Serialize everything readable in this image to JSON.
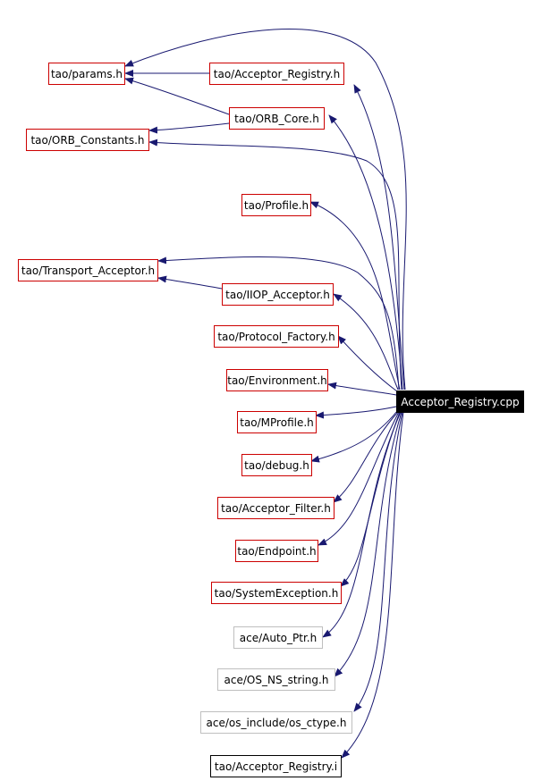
{
  "diagram": {
    "root": {
      "label": "Acceptor_Registry.cpp"
    },
    "nodes": [
      {
        "id": "params",
        "label": "tao/params.h",
        "style": "red"
      },
      {
        "id": "acceptor_registry_h",
        "label": "tao/Acceptor_Registry.h",
        "style": "red"
      },
      {
        "id": "orb_core",
        "label": "tao/ORB_Core.h",
        "style": "red"
      },
      {
        "id": "orb_constants",
        "label": "tao/ORB_Constants.h",
        "style": "red"
      },
      {
        "id": "profile",
        "label": "tao/Profile.h",
        "style": "red"
      },
      {
        "id": "transport_acceptor",
        "label": "tao/Transport_Acceptor.h",
        "style": "red"
      },
      {
        "id": "iiop_acceptor",
        "label": "tao/IIOP_Acceptor.h",
        "style": "red"
      },
      {
        "id": "protocol_factory",
        "label": "tao/Protocol_Factory.h",
        "style": "red"
      },
      {
        "id": "environment",
        "label": "tao/Environment.h",
        "style": "red"
      },
      {
        "id": "mprofile",
        "label": "tao/MProfile.h",
        "style": "red"
      },
      {
        "id": "debug",
        "label": "tao/debug.h",
        "style": "red"
      },
      {
        "id": "acceptor_filter",
        "label": "tao/Acceptor_Filter.h",
        "style": "red"
      },
      {
        "id": "endpoint",
        "label": "tao/Endpoint.h",
        "style": "red"
      },
      {
        "id": "system_exception",
        "label": "tao/SystemException.h",
        "style": "red"
      },
      {
        "id": "auto_ptr",
        "label": "ace/Auto_Ptr.h",
        "style": "gray"
      },
      {
        "id": "os_ns_string",
        "label": "ace/OS_NS_string.h",
        "style": "gray"
      },
      {
        "id": "os_ctype",
        "label": "ace/os_include/os_ctype.h",
        "style": "gray"
      },
      {
        "id": "acceptor_registry_i",
        "label": "tao/Acceptor_Registry.i",
        "style": "black"
      }
    ],
    "colors": {
      "edge": "#191970",
      "node_border_red": "#cc0000",
      "node_border_gray": "#bfbfbf",
      "node_border_black": "#000000",
      "root_fill": "#000000",
      "root_text": "#ffffff"
    }
  }
}
